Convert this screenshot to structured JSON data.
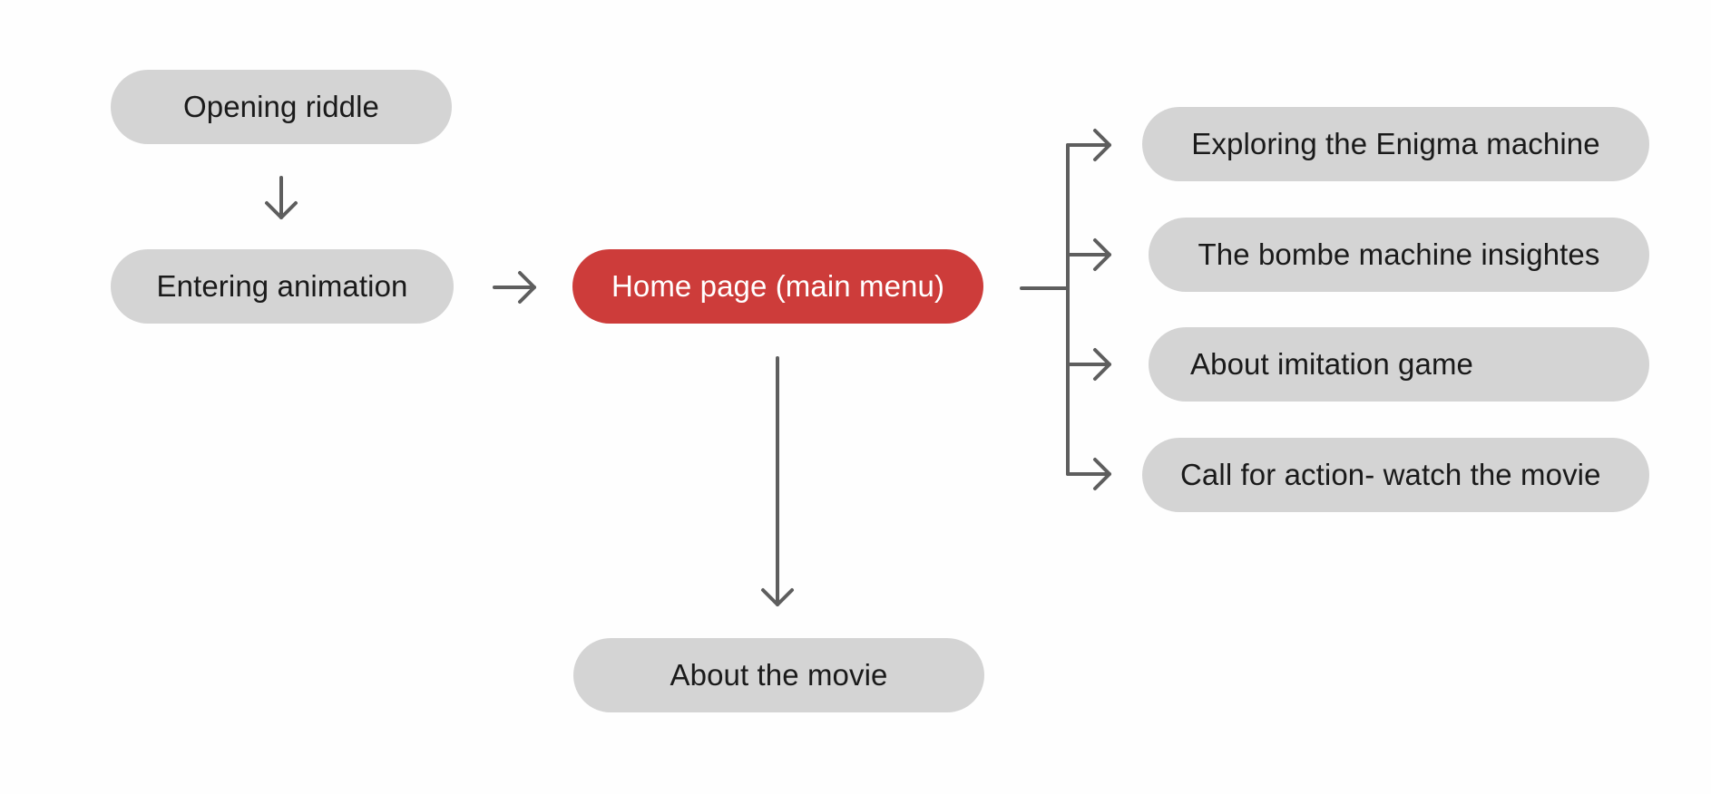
{
  "colors": {
    "node_fill": "#d4d4d4",
    "highlight_fill": "#cd3c3a",
    "connector": "#5e5e5e",
    "background": "#fefefe"
  },
  "nodes": {
    "opening_riddle": "Opening riddle",
    "entering_animation": "Entering animation",
    "home_page": "Home page (main menu)",
    "about_movie": "About the movie",
    "enigma": "Exploring the Enigma machine",
    "bombe": "The bombe machine insightes",
    "imitation": "About imitation game",
    "call_to_action": "Call for action- watch the movie"
  }
}
